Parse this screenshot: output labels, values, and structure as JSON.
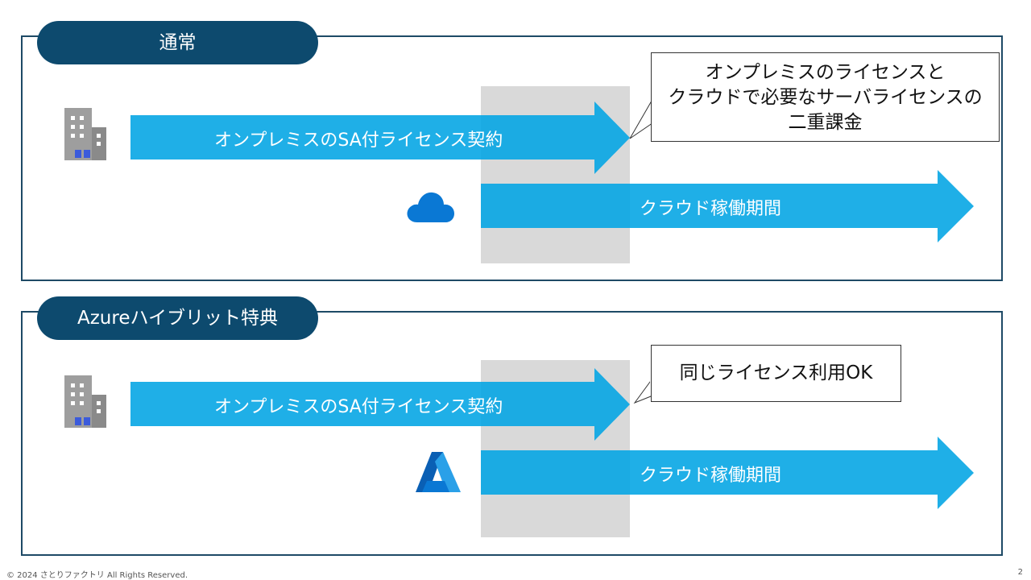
{
  "sections": [
    {
      "title": "通常",
      "onprem_label": "オンプレミスのSA付ライセンス契約",
      "cloud_label": "クラウド稼働期間",
      "callout_lines": [
        "オンプレミスのライセンスと",
        "クラウドで必要なサーバライセンスの",
        "二重課金"
      ],
      "onprem_icon": "building-icon",
      "cloud_icon": "cloud-icon"
    },
    {
      "title": "Azureハイブリット特典",
      "onprem_label": "オンプレミスのSA付ライセンス契約",
      "cloud_label": "クラウド稼働期間",
      "callout_lines": [
        "同じライセンス利用OK"
      ],
      "onprem_icon": "building-icon",
      "cloud_icon": "azure-logo-icon"
    }
  ],
  "footer": {
    "copyright": "© 2024 さとりファクトリ All Rights Reserved.",
    "page_number": "2"
  },
  "colors": {
    "section_header": "#0d4a6e",
    "panel_border": "#1e4a66",
    "arrow_fill": "#00a4e4",
    "overlap_shade": "#d9d9d9",
    "building_gray": "#9e9e9e",
    "building_blue": "#3b5bdb",
    "cloud_blue": "#0a78d4"
  }
}
